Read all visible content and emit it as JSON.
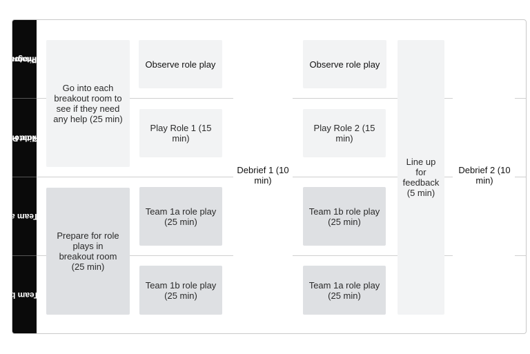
{
  "lanes": [
    {
      "label_line1": "Program",
      "label_line2": "Facilitators"
    },
    {
      "label_line1": "Role Play",
      "label_line2": "Facilitators"
    },
    {
      "label_line1": "Team a",
      "label_line2": ""
    },
    {
      "label_line1": "Team b",
      "label_line2": ""
    }
  ],
  "boxes": {
    "breakout_check": "Go into each breakout room to see if they need any help (25 min)",
    "prepare_roleplays": "Prepare for role plays in breakout room (25 min)",
    "observe_1": "Observe role play",
    "play_role_1": "Play Role 1  (15 min)",
    "team_1a_roleplay_1": "Team 1a role play (25 min)",
    "team_1b_roleplay_1": "Team 1b role play (25 min)",
    "debrief_1": "Debrief 1 (10 min)",
    "observe_2": "Observe role play",
    "play_role_2": "Play Role 2  (15 min)",
    "team_1b_roleplay_2": "Team 1b role play (25 min)",
    "team_1a_roleplay_2": "Team 1a role play (25 min)",
    "line_up_feedback": "Line up for feedback (5 min)",
    "debrief_2": "Debrief 2 (10 min)"
  }
}
